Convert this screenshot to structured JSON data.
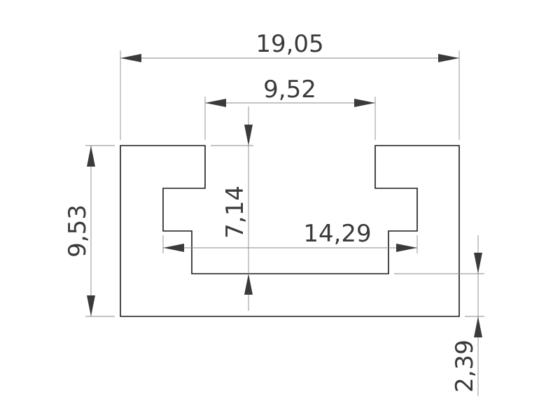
{
  "drawing": {
    "type": "technical-drawing",
    "part": "t-slot-profile",
    "units_shown": false,
    "line_color": "#1a1a1a",
    "dimension_color": "#3a3a3a"
  },
  "dimensions": {
    "overall_width": "19,05",
    "slot_opening_width": "9,52",
    "overall_height": "9,53",
    "slot_depth": "7,14",
    "slot_inner_width": "14,29",
    "base_thickness": "2,39"
  }
}
